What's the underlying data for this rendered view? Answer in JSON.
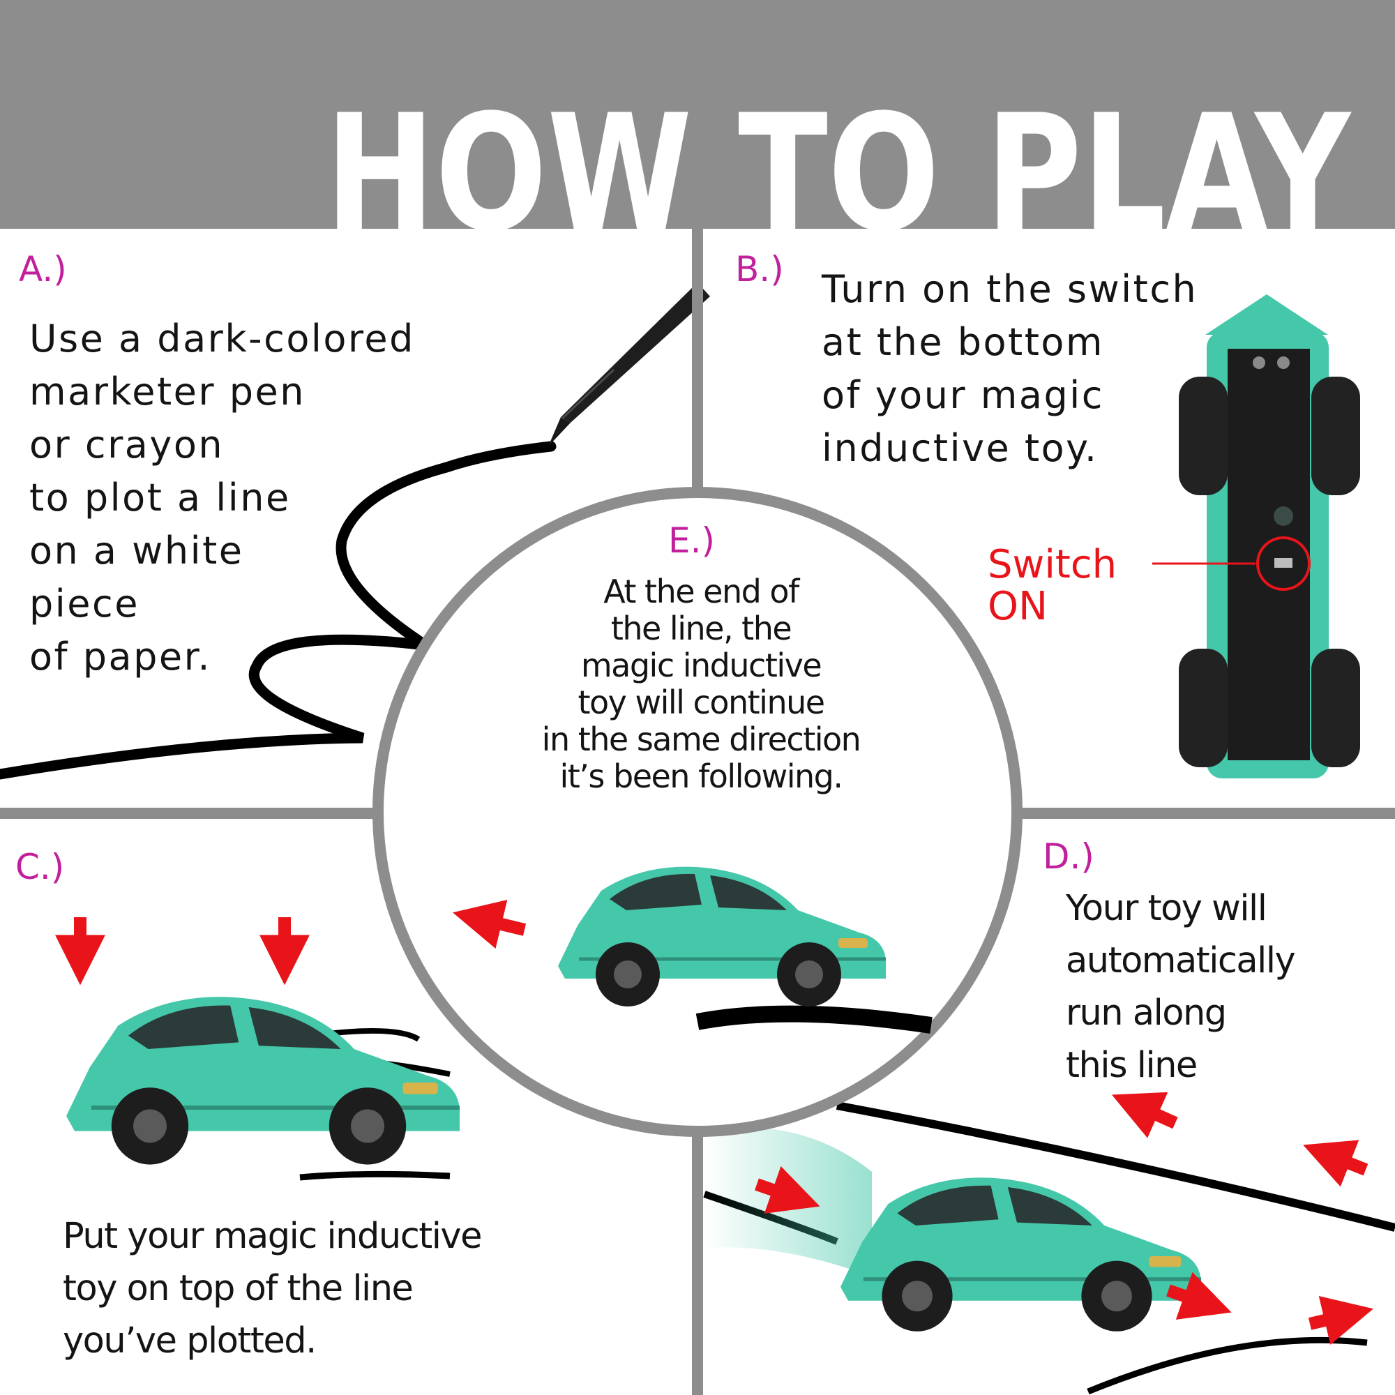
{
  "title": "HOW TO PLAY",
  "colors": {
    "banner": "#8d8d8d",
    "divider": "#8d8d8d",
    "step_label": "#c21f9c",
    "toy": "#45c7a9",
    "arrow": "#e8141a",
    "text": "#141414"
  },
  "steps": {
    "a": {
      "label": "A.)",
      "text": "Use a dark-colored\nmarketer pen\nor crayon\nto plot a line\non a white\npiece\nof paper."
    },
    "b": {
      "label": "B.)",
      "text": "Turn on the switch\nat the bottom\nof your magic\ninductive toy.",
      "callout_line1": "Switch",
      "callout_line2": "ON"
    },
    "c": {
      "label": "C.)",
      "text": "Put your magic inductive\ntoy on top of the line\nyou’ve plotted."
    },
    "d": {
      "label": "D.)",
      "text": "Your toy will\nautomatically\nrun along\nthis line"
    },
    "e": {
      "label": "E.)",
      "text": "At the end of\nthe line, the\nmagic inductive\ntoy will continue\nin the same direction\nit’s been following."
    }
  }
}
